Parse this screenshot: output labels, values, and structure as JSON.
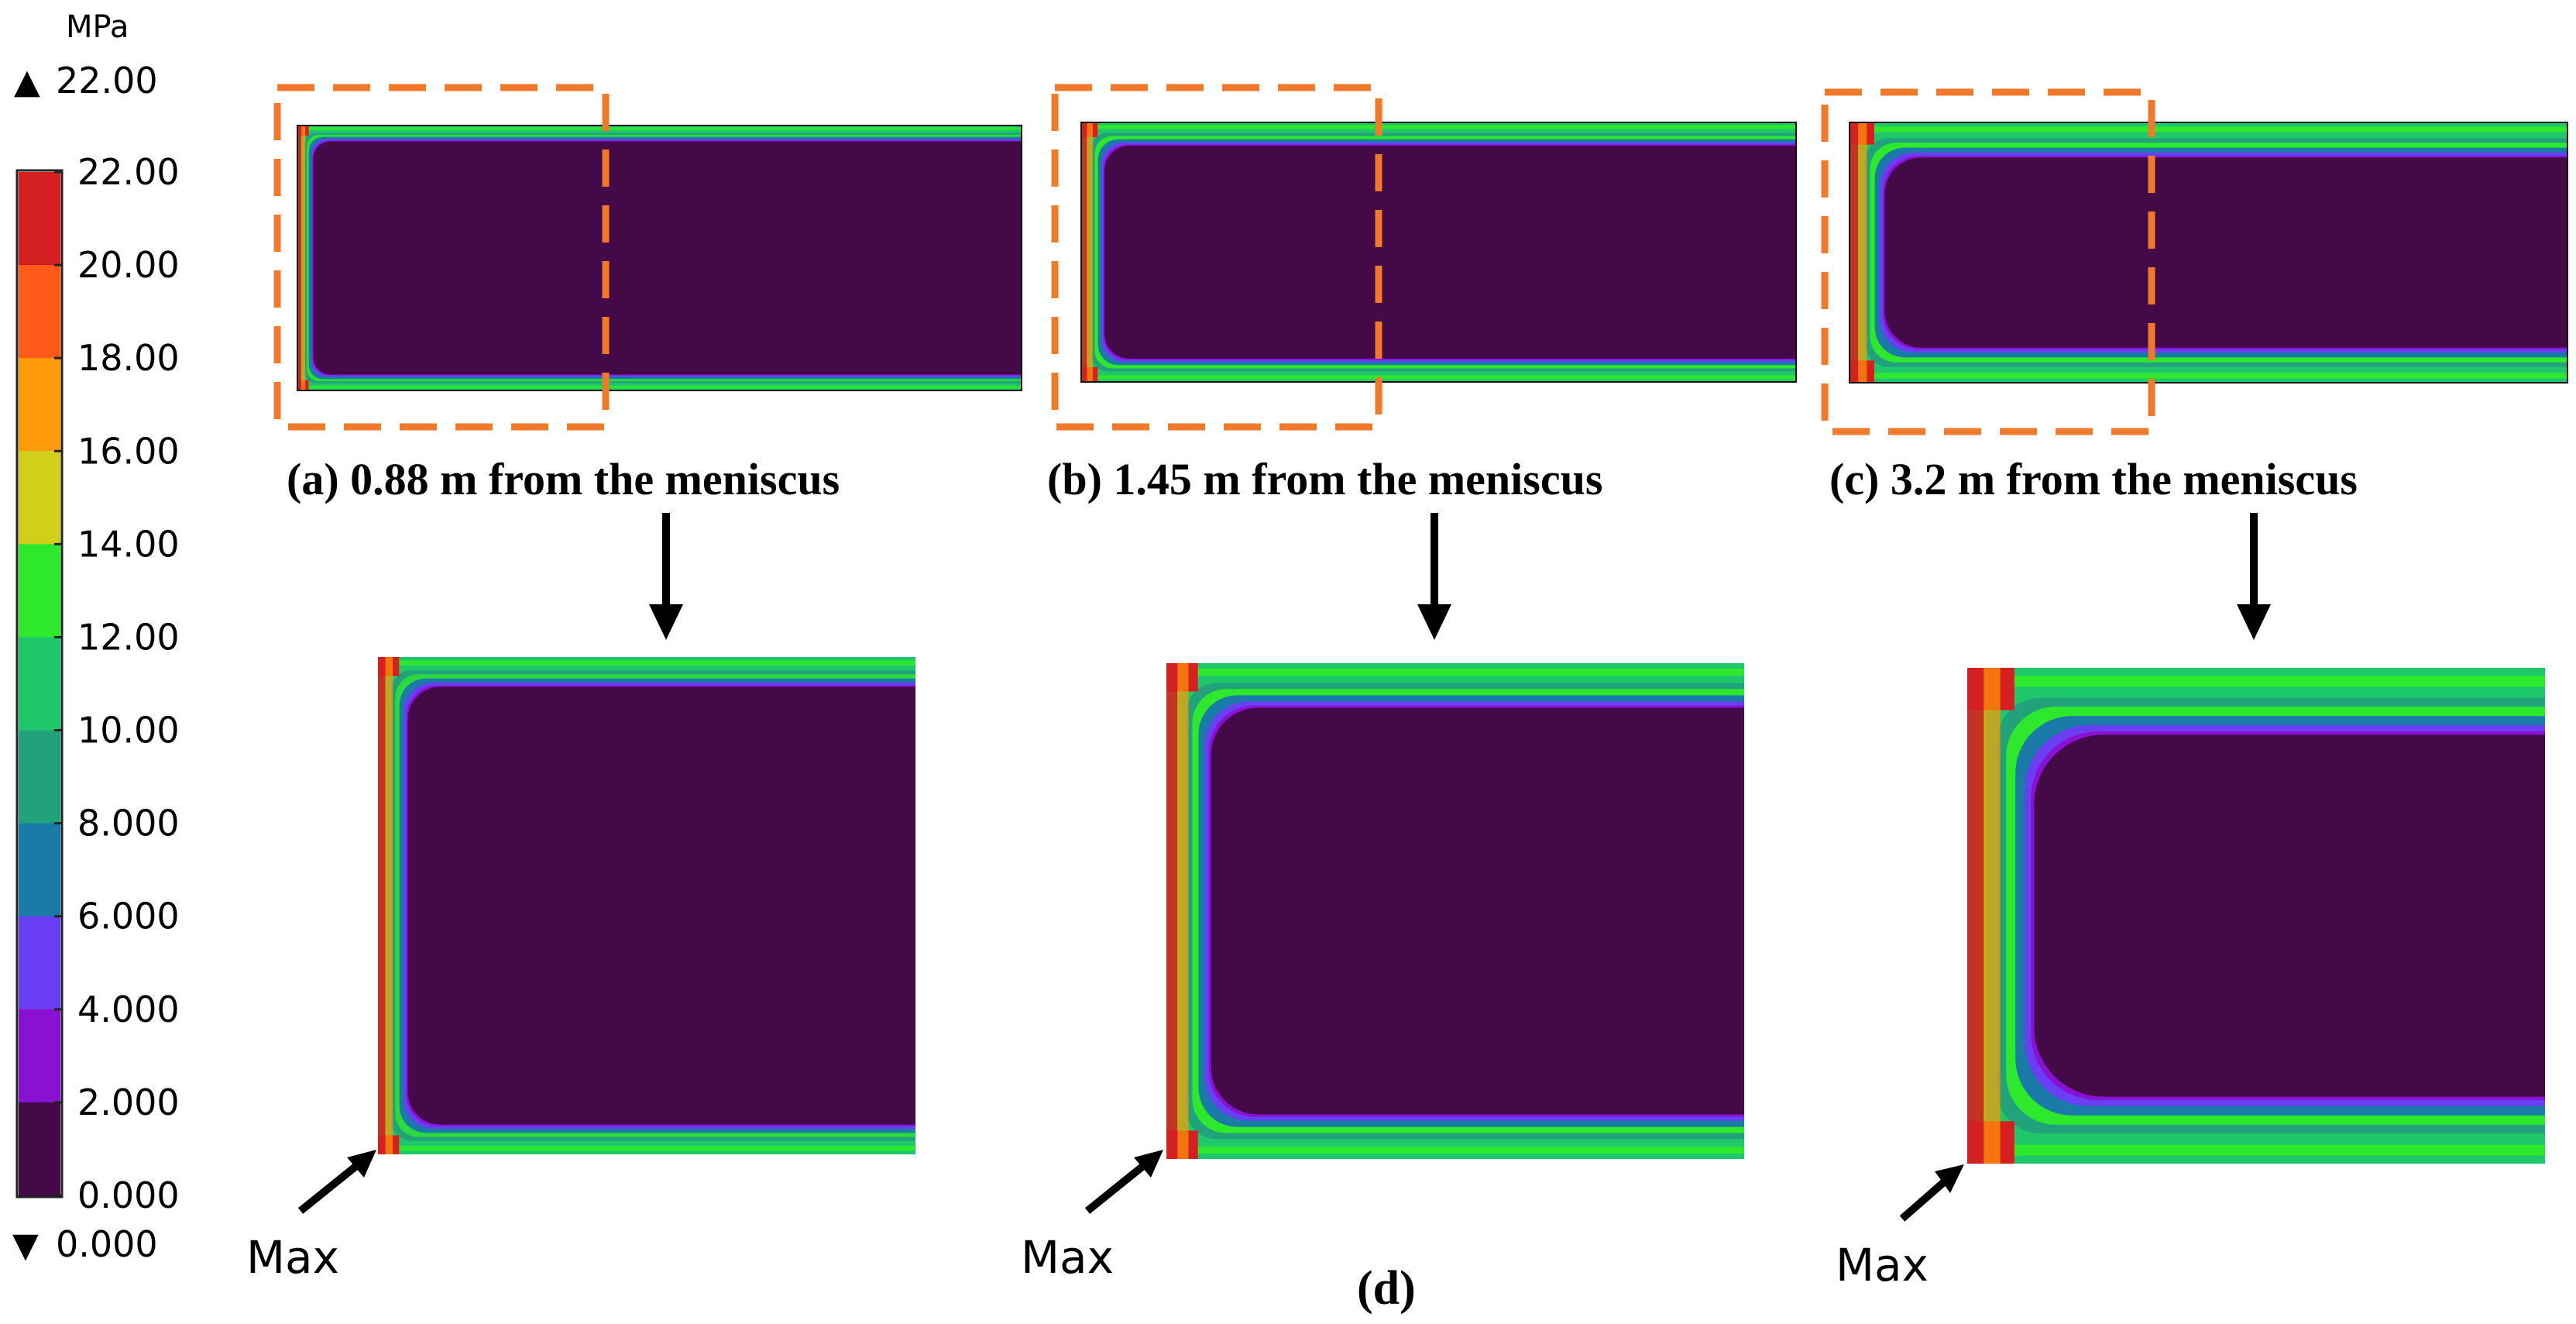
{
  "legend": {
    "unit": "MPa",
    "max_marker": "▲",
    "max_value": "22.00",
    "min_marker": "▼",
    "min_value": "0.000",
    "ticks": [
      "22.00",
      "20.00",
      "18.00",
      "16.00",
      "14.00",
      "12.00",
      "10.00",
      "8.000",
      "6.000",
      "4.000",
      "2.000",
      "0.000"
    ],
    "colors": [
      "#d42020",
      "#ff5a1a",
      "#ff9a0a",
      "#d0d01a",
      "#2ee82e",
      "#1ec86a",
      "#22a27a",
      "#1a7aa8",
      "#6a3ef2",
      "#8a10d2",
      "#440a48"
    ]
  },
  "panels": [
    {
      "caption": "(a) 0.88 m from the meniscus",
      "max_label": "Max",
      "intensity": 0.25
    },
    {
      "caption": "(b) 1.45 m from the meniscus",
      "max_label": "Max",
      "intensity": 0.55
    },
    {
      "caption": "(c) 3.2 m from the meniscus",
      "max_label": "Max",
      "intensity": 1.0
    }
  ],
  "bottom_caption": "(d)",
  "colors": {
    "core": "#440a48",
    "highlight": "#f07a2a",
    "arrow": "#000000"
  }
}
